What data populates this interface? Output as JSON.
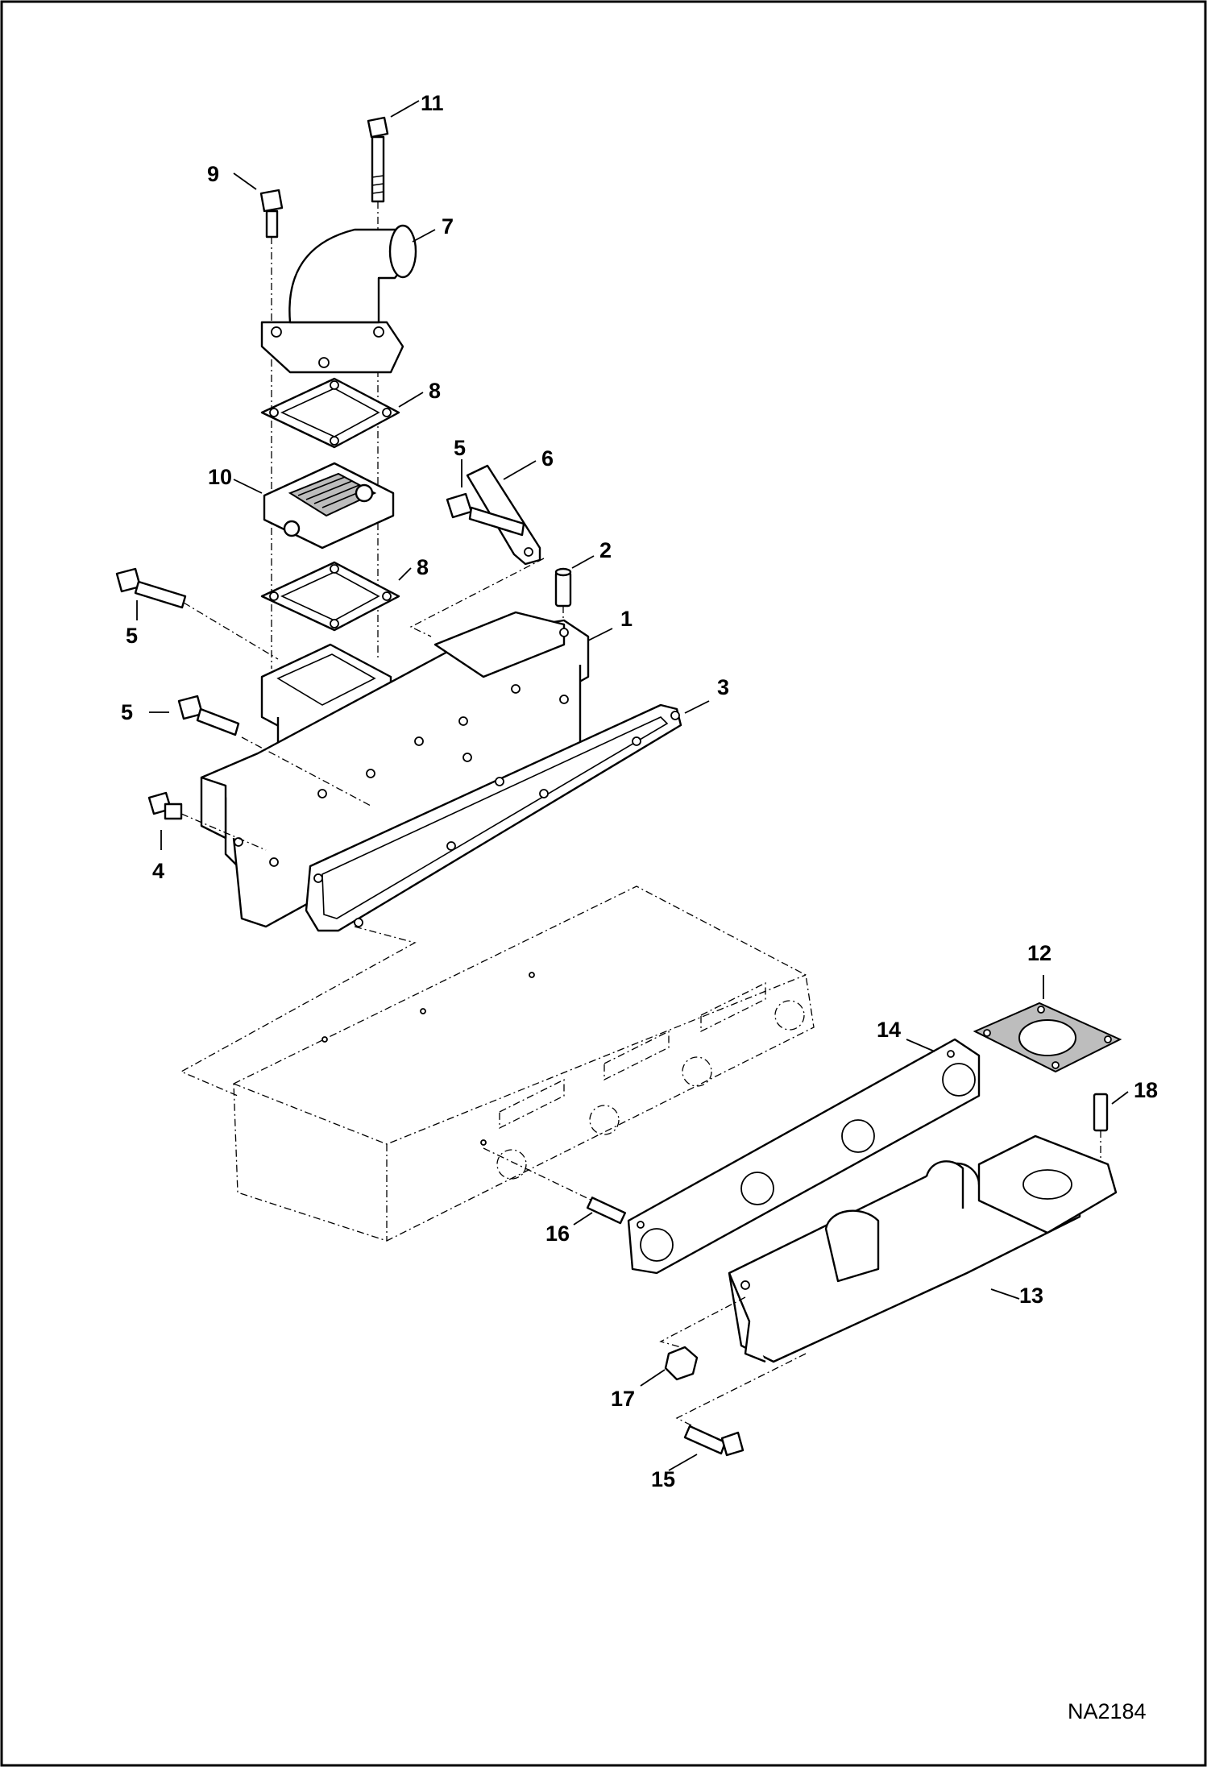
{
  "drawing": {
    "id": "NA2184",
    "callouts": [
      {
        "key": "c1",
        "label": "1"
      },
      {
        "key": "c2",
        "label": "2"
      },
      {
        "key": "c3",
        "label": "3"
      },
      {
        "key": "c4",
        "label": "4"
      },
      {
        "key": "c5a",
        "label": "5"
      },
      {
        "key": "c5b",
        "label": "5"
      },
      {
        "key": "c5c",
        "label": "5"
      },
      {
        "key": "c6",
        "label": "6"
      },
      {
        "key": "c7",
        "label": "7"
      },
      {
        "key": "c8a",
        "label": "8"
      },
      {
        "key": "c8b",
        "label": "8"
      },
      {
        "key": "c9",
        "label": "9"
      },
      {
        "key": "c10",
        "label": "10"
      },
      {
        "key": "c11",
        "label": "11"
      },
      {
        "key": "c12",
        "label": "12"
      },
      {
        "key": "c13",
        "label": "13"
      },
      {
        "key": "c14",
        "label": "14"
      },
      {
        "key": "c15",
        "label": "15"
      },
      {
        "key": "c16",
        "label": "16"
      },
      {
        "key": "c17",
        "label": "17"
      },
      {
        "key": "c18",
        "label": "18"
      }
    ]
  }
}
